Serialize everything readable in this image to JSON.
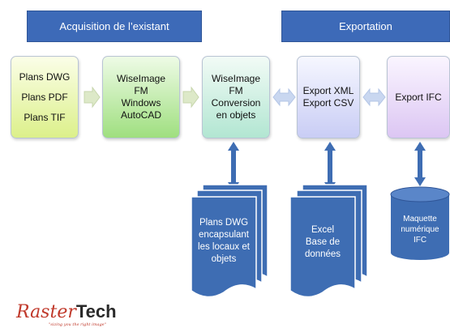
{
  "banners": {
    "acquisition": "Acquisition de l’existant",
    "exportation": "Exportation"
  },
  "steps": [
    {
      "lines": [
        "Plans DWG",
        "Plans PDF",
        "Plans TIF"
      ]
    },
    {
      "lines": [
        "WiseImage",
        "FM",
        "Windows",
        "AutoCAD"
      ]
    },
    {
      "lines": [
        "WiseImage",
        "FM",
        "Conversion",
        "en objets"
      ]
    },
    {
      "lines": [
        "Export XML",
        "Export CSV"
      ]
    },
    {
      "lines": [
        "Export IFC"
      ]
    }
  ],
  "documents": [
    {
      "lines": [
        "Plans DWG",
        "encapsulant",
        "les locaux et",
        "objets"
      ]
    },
    {
      "lines": [
        "Excel",
        "Base de",
        "données"
      ]
    }
  ],
  "database": {
    "lines": [
      "Maquette",
      "numérique",
      "IFC"
    ]
  },
  "logo": {
    "prefix": "Raster",
    "name": "Tech",
    "tagline": "\"sizing you the right image\""
  },
  "colors": {
    "banner": "#3d6ab8",
    "shape_fill": "#3e6db3",
    "arrow_fill": "#dde9c8",
    "double_arrow_fill": "#c9d7f0"
  }
}
